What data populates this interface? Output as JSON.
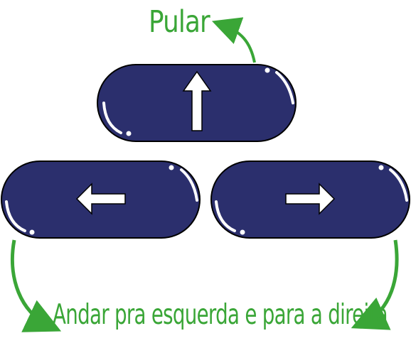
{
  "labels": {
    "jump": "Pular",
    "walk": "Andar pra esquerda e para a direita"
  },
  "buttons": {
    "up": {
      "icon": "up-arrow-icon",
      "action": "jump"
    },
    "left": {
      "icon": "left-arrow-icon",
      "action": "walk-left"
    },
    "right": {
      "icon": "right-arrow-icon",
      "action": "walk-right"
    }
  },
  "colors": {
    "button_fill": "#2b2f6d",
    "button_outline": "#000000",
    "arrow": "#ffffff",
    "label_green": "#3aa637"
  }
}
